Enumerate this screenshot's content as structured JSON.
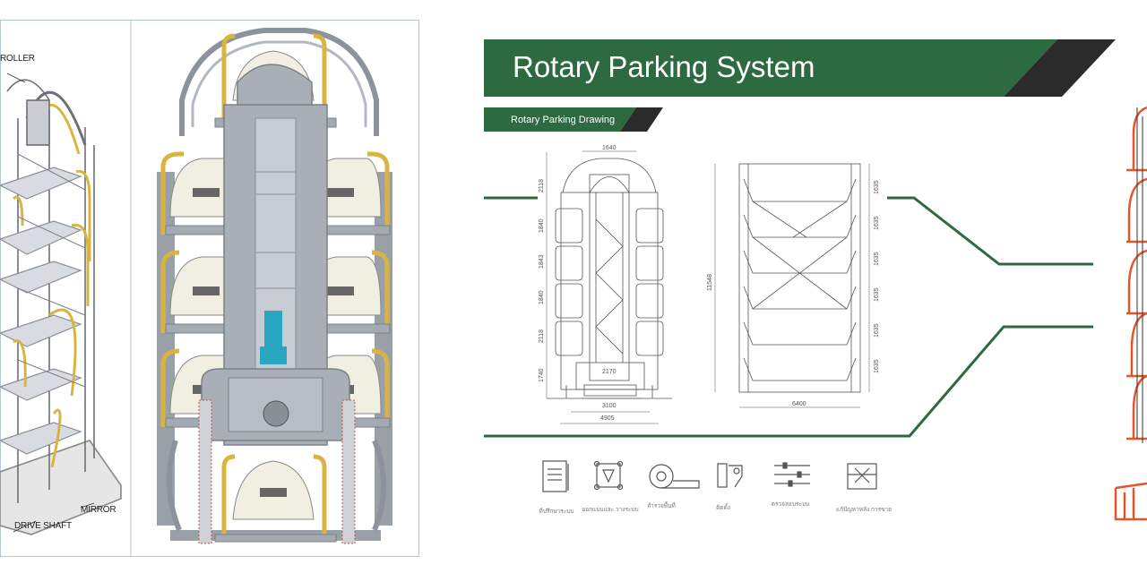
{
  "left_panel": {
    "labels": {
      "roller": "ROLLER",
      "drive_shaft": "DRIVE SHAFT",
      "mirror": "MIRROR"
    }
  },
  "banner": {
    "title": "Rotary Parking System",
    "subtitle": "Rotary  Parking Drawing"
  },
  "drawing": {
    "front_dims_top": "1640",
    "front_dims_left": [
      "2118",
      "1840",
      "1843",
      "1840",
      "2118",
      "1740"
    ],
    "front_dims_bottom": [
      "2170",
      "3100",
      "4905"
    ],
    "side_dims_height": "11548",
    "side_dims_right": [
      "1635",
      "1635",
      "1635",
      "1635",
      "1635",
      "1635"
    ],
    "side_dims_bottom": "6400"
  },
  "icons": [
    {
      "name": "document-icon",
      "caption": "ที่ปรึกษาระบบ"
    },
    {
      "name": "design-icon",
      "caption": "ออกแบบและ วางระบบ"
    },
    {
      "name": "tape-measure-icon",
      "caption": "สำรวจพื้นที่"
    },
    {
      "name": "install-tools-icon",
      "caption": "ติดตั้ง"
    },
    {
      "name": "sliders-icon",
      "caption": "ตรวจสอบระบบ"
    },
    {
      "name": "toolbox-icon",
      "caption": "แก้ปัญหาหลัง การขาย"
    }
  ],
  "colors": {
    "brand_green": "#2e6a40",
    "dark_stripe": "#2b2b2b",
    "frame_gray": "#9aa0a8",
    "yellow_rail": "#d9b441",
    "cyan_motor": "#2aa7c0",
    "orange_frame": "#e3562a"
  }
}
